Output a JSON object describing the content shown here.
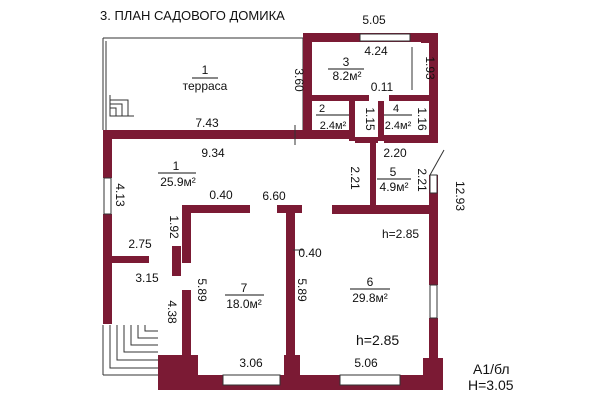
{
  "title": "3. ПЛАН САДОВОГО ДОМИКА",
  "stamp": {
    "line1": "А1/бл",
    "line2": "Н=3.05"
  },
  "rooms": [
    {
      "number": "1",
      "name": "терраса",
      "area": ""
    },
    {
      "number": "1",
      "name": "",
      "area": "25.9м²"
    },
    {
      "number": "2",
      "name": "",
      "area": "2.4м²"
    },
    {
      "number": "3",
      "name": "",
      "area": "8.2м²"
    },
    {
      "number": "4",
      "name": "",
      "area": "2.4м²"
    },
    {
      "number": "5",
      "name": "",
      "area": "4.9м²"
    },
    {
      "number": "6",
      "name": "",
      "area": "29.8м²"
    },
    {
      "number": "7",
      "name": "",
      "area": "18.0м²"
    }
  ],
  "heights": {
    "room6": "h=2.85",
    "lower": "h=2.85"
  },
  "dimensions": {
    "d505": "5.05",
    "d424": "4.24",
    "d193": "1.93",
    "d360": "3.60",
    "d743": "7.43",
    "d011": "0.11",
    "d115": "1.15",
    "d116": "1.16",
    "d934": "9.34",
    "d220": "2.20",
    "d221a": "2.21",
    "d221b": "2.21",
    "d1293": "12.93",
    "d413": "4.13",
    "d040a": "0.40",
    "d660": "6.60",
    "d192": "1.92",
    "d275": "2.75",
    "d315": "3.15",
    "d040b": "0.40",
    "d589a": "5.89",
    "d589b": "5.89",
    "d438": "4.38",
    "d306": "3.06",
    "d506": "5.06"
  }
}
